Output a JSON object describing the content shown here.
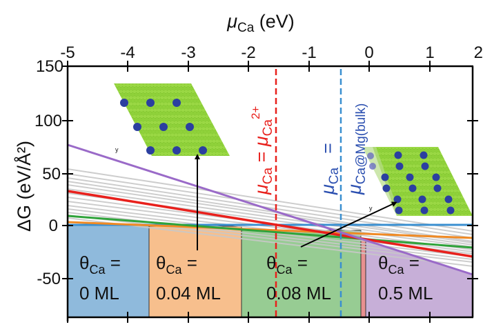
{
  "chart_data": {
    "type": "line",
    "title": "",
    "xlabel": "μCa (eV)",
    "xlabel_parts": {
      "symbol": "μ",
      "sub": "Ca",
      "unit": " (eV)"
    },
    "ylabel": "ΔG (eV/Å²)",
    "xlim": [
      -5,
      1.7
    ],
    "ylim": [
      -90,
      150
    ],
    "x_ticks": [
      -5,
      -4,
      -3,
      -2,
      -1,
      0,
      1,
      2
    ],
    "x_tick_labels": [
      "-5",
      "-4",
      "-3",
      "-2",
      "-1",
      "0",
      "1",
      "2"
    ],
    "y_ticks": [
      150,
      100,
      50,
      0,
      -50
    ],
    "y_tick_labels": [
      "150",
      "100",
      "50",
      "0",
      "-50"
    ],
    "grid": false,
    "x_axis_position": "top",
    "series": [
      {
        "name": "θCa = 0 ML (blue)",
        "color": "#3a8fd0",
        "x": [
          -5,
          1.7
        ],
        "values": [
          0,
          0
        ]
      },
      {
        "name": "θCa = 0.04 ML (orange)",
        "color": "#f08a24",
        "x": [
          -5,
          1.7
        ],
        "values": [
          3,
          -12
        ]
      },
      {
        "name": "θCa = 0.08 ML (green)",
        "color": "#2fa33a",
        "x": [
          -5,
          1.7
        ],
        "values": [
          9,
          -22
        ]
      },
      {
        "name": "red",
        "color": "#e8201c",
        "x": [
          -5,
          1.7
        ],
        "values": [
          33,
          -39
        ]
      },
      {
        "name": "θCa = 0.5 ML (purple)",
        "color": "#9a6ac8",
        "x": [
          -5,
          1.7
        ],
        "values": [
          77,
          -61
        ]
      },
      {
        "name": "other configurations (gray band)",
        "color": "#c8c8c8",
        "x": [
          -5,
          1.7
        ],
        "values_range_start": [
          10,
          55
        ],
        "values_range_end": [
          -45,
          0
        ]
      }
    ],
    "vertical_lines": [
      {
        "x": -1.15,
        "color": "#e8201c",
        "style": "dashed",
        "label": "μCa = μCa2+",
        "label_parts": {
          "lhs": "μ",
          "lhs_sub": "Ca",
          "eq": " = ",
          "rhs": "μ",
          "rhs_sub": "Ca",
          "rhs_sup": "2+"
        }
      },
      {
        "x": 0.1,
        "color": "#3a8fd0",
        "style": "dashed",
        "label": "μCa = μCa@Mg(bulk)",
        "label_parts": {
          "lhs": "μ",
          "lhs_sub": "Ca",
          "eq": "=",
          "rhs": "μ",
          "rhs_sub": "Ca@Mg(bulk)"
        }
      }
    ],
    "regions": [
      {
        "label": "θCa = 0 ML",
        "line1": "θ",
        "sub": "Ca",
        "eq": " =",
        "line2": "0 ML",
        "x_range": [
          -5,
          -3.65
        ],
        "color": "#8fbadc"
      },
      {
        "label": "θCa = 0.04 ML",
        "line1": "θ",
        "sub": "Ca",
        "eq": " =",
        "line2": "0.04 ML",
        "x_range": [
          -3.65,
          -2.12
        ],
        "color": "#f7bf8d"
      },
      {
        "label": "θCa = 0.08 ML",
        "line1": "θ",
        "sub": "Ca",
        "eq": " =",
        "line2": "0.08 ML",
        "x_range": [
          -2.12,
          -0.14
        ],
        "color": "#97cc93"
      },
      {
        "label": "",
        "x_range": [
          -0.14,
          -0.06
        ],
        "color": "#e89090"
      },
      {
        "label": "θCa = 0.5 ML",
        "line1": "θ",
        "sub": "Ca",
        "eq": " =",
        "line2": "0.5 ML",
        "x_range": [
          -0.06,
          1.7
        ],
        "color": "#c7afd8"
      }
    ],
    "insets": [
      {
        "name": "low-coverage surface structure",
        "description": "green Mg atoms with sparse blue Ca atoms",
        "arrow_to_region": "θCa = 0.04 ML"
      },
      {
        "name": "high-coverage surface structure",
        "description": "green Mg atoms with denser blue Ca atoms",
        "arrow_to_region": "θCa = 0.08 ML"
      }
    ]
  }
}
